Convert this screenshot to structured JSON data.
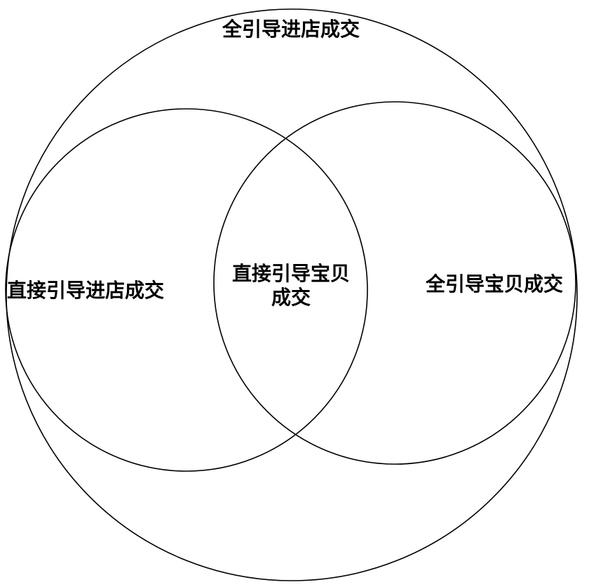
{
  "diagram": {
    "outer_label": "全引导进店成交",
    "left_label": "直接引导进店成交",
    "center_label_line1": "直接引导宝贝",
    "center_label_line2": "成交",
    "right_label": "全引导宝贝成交"
  }
}
